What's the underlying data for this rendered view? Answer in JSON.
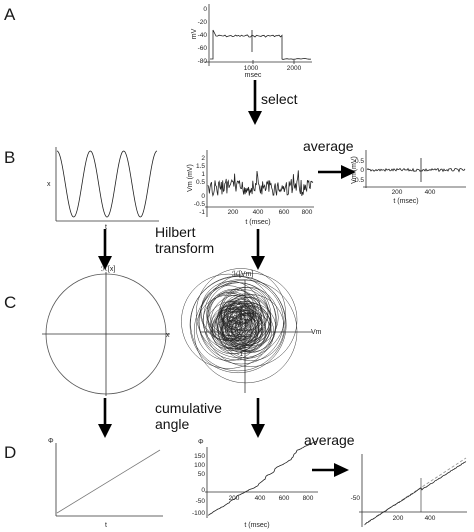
{
  "panel_letters": {
    "A": "A",
    "B": "B",
    "C": "C",
    "D": "D"
  },
  "flow_labels": {
    "select": "select",
    "hilbert_1": "Hilbert",
    "hilbert_2": "transform",
    "cumulative_1": "cumulative",
    "cumulative_2": "angle",
    "average_B": "average",
    "average_D": "average"
  },
  "panel_A": {
    "ylabel": "mV",
    "xlabel": "msec",
    "y_ticks": [
      "0",
      "-20",
      "-40",
      "-60",
      "-80"
    ],
    "x_ticks": [
      "1000",
      "2000"
    ]
  },
  "panel_B_sine": {
    "ylabel": "x",
    "xlabel": "t"
  },
  "panel_B_vm": {
    "ylabel": "Vm (mV)",
    "xlabel": "t (msec)",
    "y_ticks": [
      "2",
      "1.5",
      "1",
      "0.5",
      "0",
      "-0.5",
      "-1"
    ],
    "x_ticks": [
      "200",
      "400",
      "600",
      "800"
    ]
  },
  "panel_B_avg": {
    "ylabel": "Vm (mV)",
    "xlabel": "t (msec)",
    "y_ticks": [
      "0.5",
      "0",
      "-0.5"
    ],
    "x_ticks": [
      "200",
      "400"
    ]
  },
  "panel_C_circle": {
    "ylabel": "ℋ[x]",
    "xlabel": "x"
  },
  "panel_C_vm": {
    "ylabel": "ℋ[Vm]",
    "xlabel": "Vm",
    "y_ticks": [
      "1",
      "-1"
    ]
  },
  "panel_D_line": {
    "ylabel": "Φ",
    "xlabel": "t"
  },
  "panel_D_vm": {
    "ylabel": "Φ",
    "xlabel": "t (msec)",
    "y_ticks": [
      "150",
      "100",
      "50",
      "0",
      "-50",
      "-100"
    ],
    "x_ticks": [
      "200",
      "400",
      "600",
      "800"
    ]
  },
  "panel_D_avg": {
    "y_ticks": [
      "-50"
    ],
    "x_ticks": [
      "200",
      "400"
    ]
  }
}
